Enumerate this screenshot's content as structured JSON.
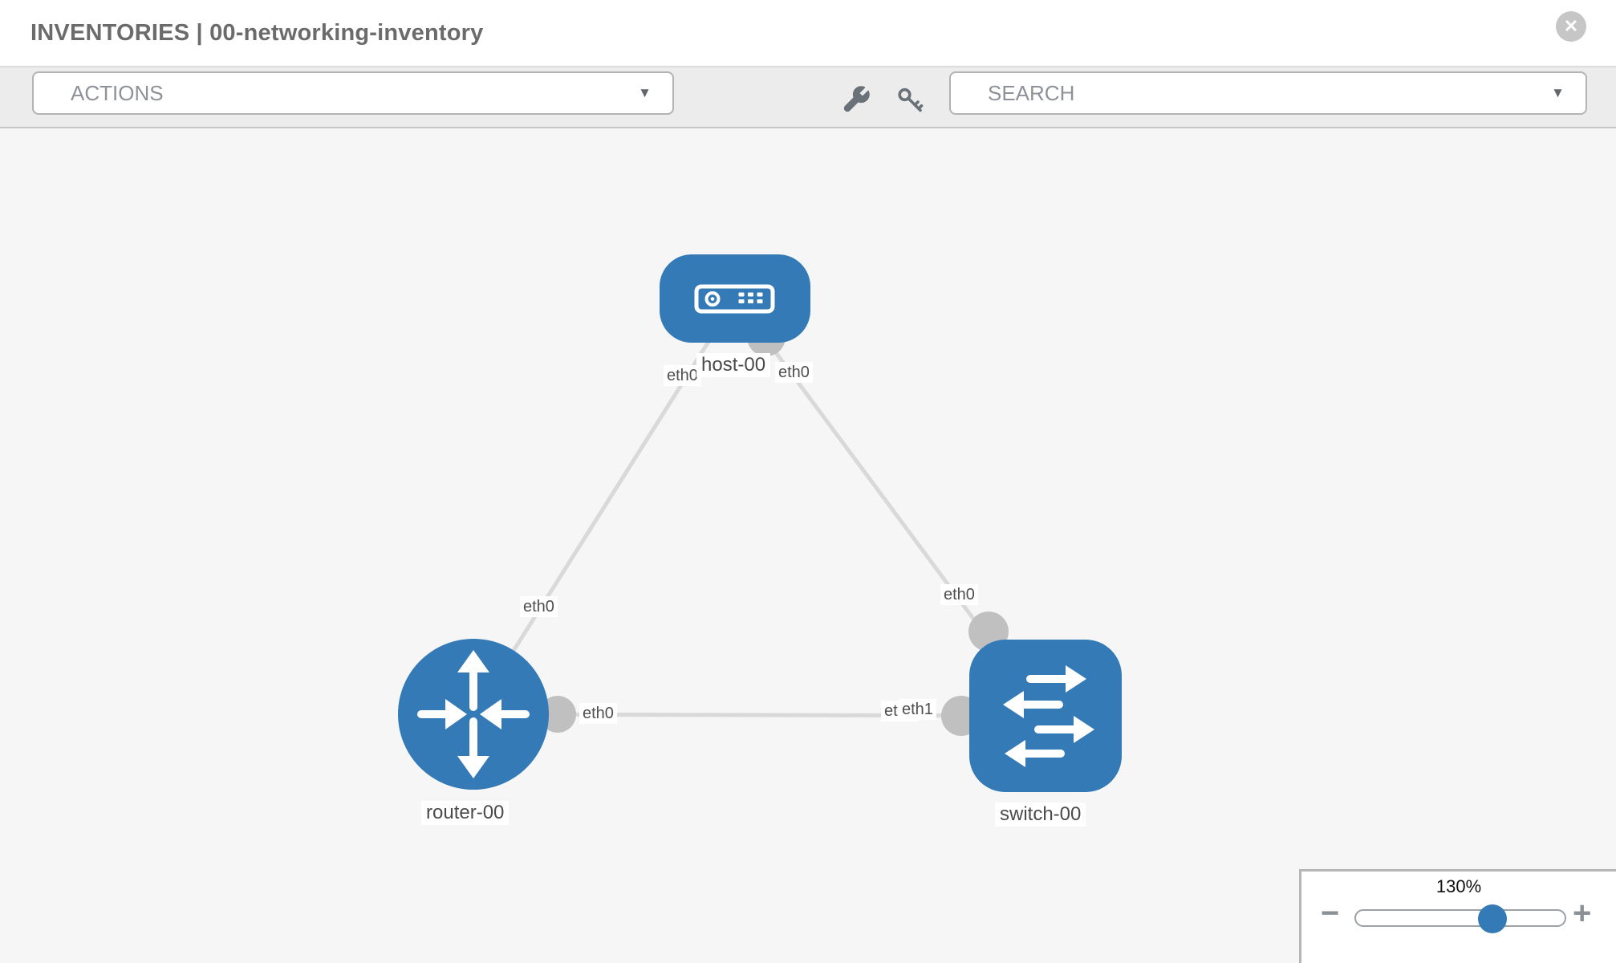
{
  "header": {
    "title": "INVENTORIES | 00-networking-inventory"
  },
  "icons": {
    "close": "✕",
    "dropdown_arrow": "▼",
    "zoom_out": "−",
    "zoom_in": "+"
  },
  "toolbar": {
    "actions_label": "ACTIONS",
    "search_label": "SEARCH"
  },
  "colors": {
    "node_blue": "#337ab7",
    "link_gray": "#d9d9d9",
    "port_gray": "#c0c0c0",
    "canvas_bg": "#f6f6f6"
  },
  "topology": {
    "nodes": [
      {
        "label": "host-00",
        "type": "host"
      },
      {
        "label": "router-00",
        "type": "router"
      },
      {
        "label": "switch-00",
        "type": "switch"
      }
    ],
    "links": [
      {
        "from": "host-00",
        "to": "router-00",
        "from_interface": "eth0",
        "to_interface": "eth0"
      },
      {
        "from": "host-00",
        "to": "switch-00",
        "from_interface": "eth0",
        "to_interface": "eth0"
      },
      {
        "from": "router-00",
        "to": "switch-00",
        "from_interface": "eth0",
        "to_interface": "eth1"
      }
    ],
    "interfaces": {
      "host_left": "eth0",
      "host_right": "eth0",
      "link_host_router": "eth0",
      "link_host_switch": "eth0",
      "router_right": "eth0",
      "switch_back": "eth0",
      "switch_front": "eth1"
    }
  },
  "zoom": {
    "level": "130%"
  }
}
